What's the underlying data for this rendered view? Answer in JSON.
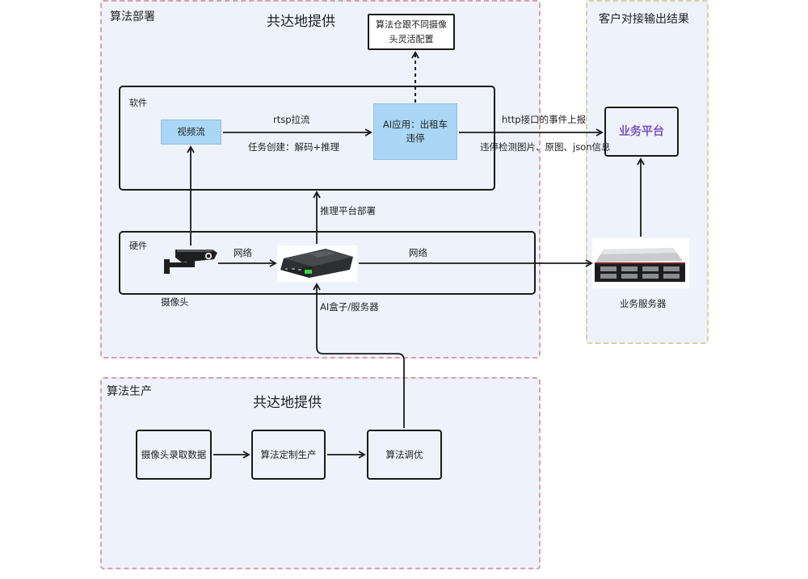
{
  "regions": {
    "deployment": {
      "title": "算法部署",
      "provider": "共达地提供",
      "config_note": "算法仓跟不同摄像头灵活配置",
      "software": {
        "label": "软件",
        "video_stream": "视频流",
        "ai_app": "AI应用：出租车违停",
        "edge_top": "rtsp拉流",
        "edge_bottom": "任务创建：解码+推理"
      },
      "inference_label": "推理平台部署",
      "hardware": {
        "label": "硬件",
        "camera_caption": "摄像头",
        "network_left": "网络",
        "network_right": "网络",
        "box_caption": "AI盒子/服务器"
      }
    },
    "customer": {
      "title": "客户对接输出结果",
      "platform": "业务平台",
      "server_caption": "业务服务器",
      "http_label": "http接口的事件上报",
      "payload_label": "违停检测图片、原图、json信息"
    },
    "production": {
      "title": "算法生产",
      "provider": "共达地提供",
      "steps": [
        "摄像头录取数据",
        "算法定制生产",
        "算法调优"
      ]
    }
  },
  "colors": {
    "accent_purple": "#7b55c0",
    "blue_box": "#a9d7f5",
    "region_bg": "#eef3fb",
    "red_dash": "#d9a0a6",
    "yellow_dash": "#d8d2a0"
  }
}
